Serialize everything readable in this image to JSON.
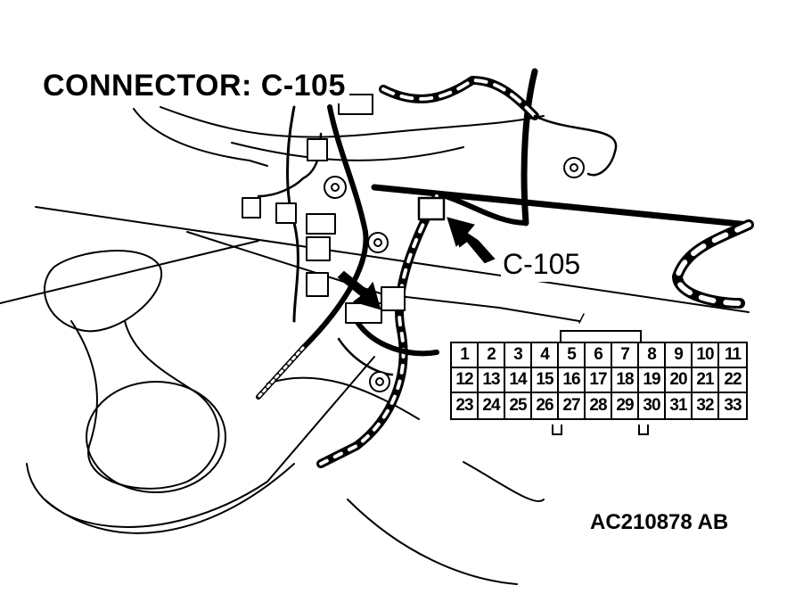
{
  "diagram": {
    "title": "CONNECTOR: C-105",
    "callout_label": "C-105",
    "figure_id": "AC210878 AB"
  },
  "connector_pinout": {
    "rows": [
      [
        "1",
        "2",
        "3",
        "4",
        "5",
        "6",
        "7",
        "8",
        "9",
        "10",
        "11"
      ],
      [
        "12",
        "13",
        "14",
        "15",
        "16",
        "17",
        "18",
        "19",
        "20",
        "21",
        "22"
      ],
      [
        "23",
        "24",
        "25",
        "26",
        "27",
        "28",
        "29",
        "30",
        "31",
        "32",
        "33"
      ]
    ]
  },
  "colors": {
    "line": "#000000",
    "background": "#ffffff"
  }
}
